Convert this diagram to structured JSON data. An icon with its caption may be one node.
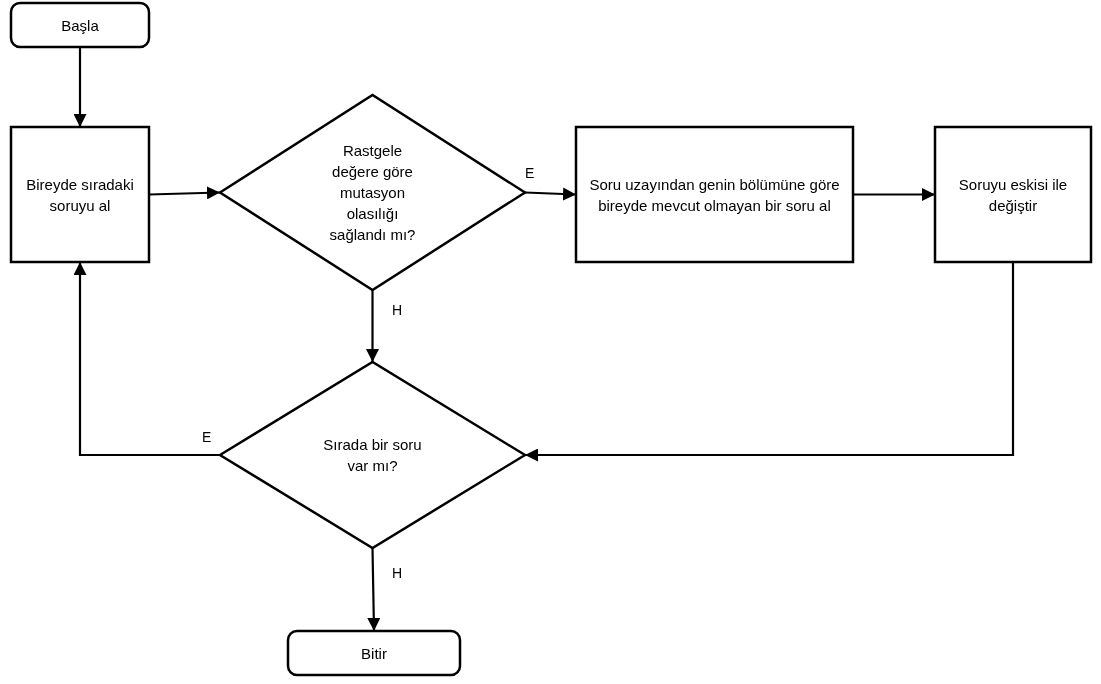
{
  "diagram": {
    "nodes": [
      {
        "text": [
          "Başla"
        ]
      },
      {
        "text": [
          "Bireyde sıradaki soruyu al"
        ]
      },
      {
        "text": [
          "Rastgele değere göre mutasyon olasılığı sağlandı mı?"
        ]
      },
      {
        "text": [
          "Soru uzayından genin bölümüne göre bireyde mevcut olmayan bir soru al"
        ]
      },
      {
        "text": [
          "Soruyu eskisi ile değiştir"
        ]
      },
      {
        "text": [
          "Sırada bir soru var mı?"
        ]
      },
      {
        "text": [
          "Bitir"
        ]
      }
    ],
    "edges": [
      {
        "from": 0,
        "to": 1,
        "arrow": "to"
      },
      {
        "from": 1,
        "to": 2,
        "arrow": "to"
      },
      {
        "from": 2,
        "to": 3,
        "arrow": "to",
        "label": "E"
      },
      {
        "from": 3,
        "to": 4,
        "arrow": "to"
      },
      {
        "from": 4,
        "to": 5,
        "arrow": "to"
      },
      {
        "from": 2,
        "to": 5,
        "arrow": "to",
        "label": "H"
      },
      {
        "from": 5,
        "to": 1,
        "arrow": "to",
        "label": "E"
      },
      {
        "from": 5,
        "to": 6,
        "arrow": "to",
        "label": "H"
      }
    ]
  }
}
